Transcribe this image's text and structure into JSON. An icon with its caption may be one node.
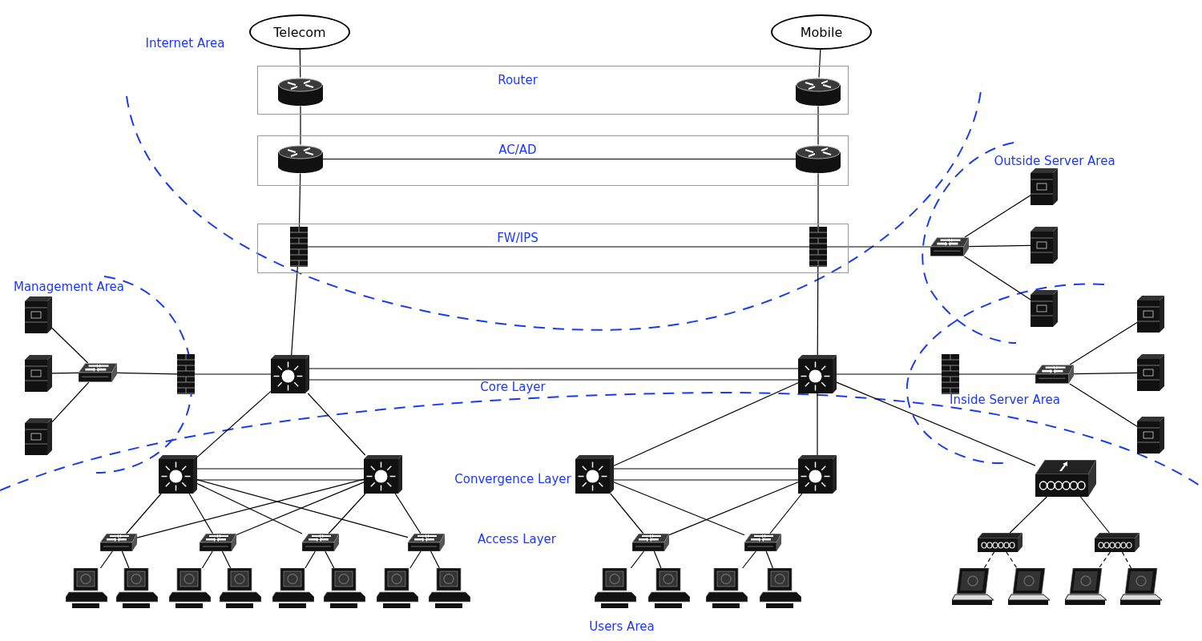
{
  "diagram": {
    "nodes": [
      {
        "text": [
          "Telecom"
        ]
      },
      {
        "text": [
          "Mobile"
        ]
      },
      {
        "text": [
          "Router"
        ]
      },
      {
        "text": [],
        "shape": "picture",
        "in": 2
      },
      {
        "text": [],
        "shape": "picture",
        "in": 2
      },
      {
        "text": [
          "AC/AD"
        ]
      },
      {
        "text": [],
        "shape": "picture",
        "in": 5
      },
      {
        "text": [],
        "shape": "picture",
        "in": 5
      },
      {
        "text": [
          "FW/IPS"
        ]
      },
      {
        "text": [],
        "shape": "picture",
        "in": 8
      },
      {
        "text": [],
        "shape": "picture",
        "in": 8
      },
      {
        "text": [],
        "shape": "picture"
      },
      {
        "text": [],
        "shape": "picture"
      },
      {
        "text": [],
        "shape": "picture"
      },
      {
        "text": [],
        "shape": "picture"
      },
      {
        "text": [],
        "shape": "picture"
      },
      {
        "text": [],
        "shape": "picture"
      },
      {
        "text": [],
        "shape": "picture"
      },
      {
        "text": [],
        "shape": "picture"
      },
      {
        "text": [],
        "shape": "picture"
      },
      {
        "text": [],
        "shape": "picture"
      },
      {
        "text": [],
        "shape": "picture"
      },
      {
        "text": [],
        "shape": "picture"
      },
      {
        "text": [],
        "shape": "picture"
      },
      {
        "text": [],
        "shape": "picture"
      },
      {
        "text": [],
        "shape": "picture"
      },
      {
        "text": [],
        "shape": "picture"
      },
      {
        "text": [],
        "shape": "picture"
      },
      {
        "text": [],
        "shape": "picture"
      },
      {
        "text": [],
        "shape": "picture"
      },
      {
        "text": [],
        "shape": "picture"
      },
      {
        "text": [],
        "shape": "picture"
      },
      {
        "text": [],
        "shape": "picture"
      },
      {
        "text": [],
        "shape": "picture"
      },
      {
        "text": [],
        "shape": "picture"
      },
      {
        "text": [],
        "shape": "picture"
      },
      {
        "text": [],
        "shape": "picture"
      },
      {
        "text": [],
        "shape": "picture"
      },
      {
        "text": [],
        "shape": "picture"
      },
      {
        "text": [],
        "shape": "picture"
      },
      {
        "text": [],
        "shape": "picture"
      },
      {
        "text": [],
        "shape": "picture"
      },
      {
        "text": [],
        "shape": "picture"
      },
      {
        "text": [],
        "shape": "picture"
      },
      {
        "text": [],
        "shape": "picture"
      },
      {
        "text": [],
        "shape": "picture"
      },
      {
        "text": [],
        "shape": "picture"
      },
      {
        "text": [],
        "shape": "picture"
      },
      {
        "text": [],
        "shape": "picture"
      },
      {
        "text": [],
        "shape": "picture"
      },
      {
        "text": [],
        "shape": "picture"
      },
      {
        "text": [],
        "shape": "picture"
      },
      {
        "text": [],
        "shape": "picture"
      },
      {
        "text": [],
        "shape": "picture"
      },
      {
        "text": [],
        "shape": "picture"
      },
      {
        "text": [],
        "shape": "picture"
      }
    ],
    "edges": [
      {
        "from": 0,
        "to": 3,
        "arrow": "none"
      },
      {
        "from": 1,
        "to": 4,
        "arrow": "none"
      },
      {
        "from": 3,
        "to": 6,
        "arrow": "none"
      },
      {
        "from": 4,
        "to": 7,
        "arrow": "none"
      },
      {
        "from": 6,
        "to": 7,
        "arrow": "none"
      },
      {
        "from": 6,
        "to": 9,
        "arrow": "none"
      },
      {
        "from": 7,
        "to": 10,
        "arrow": "none"
      },
      {
        "from": 9,
        "to": 10,
        "arrow": "none"
      },
      {
        "from": 10,
        "to": 11,
        "arrow": "none"
      },
      {
        "from": 11,
        "to": 12,
        "arrow": "none"
      },
      {
        "from": 11,
        "to": 13,
        "arrow": "none"
      },
      {
        "from": 11,
        "to": 14,
        "arrow": "none"
      },
      {
        "from": 9,
        "to": 20,
        "arrow": "none"
      },
      {
        "from": 10,
        "to": 21,
        "arrow": "none"
      },
      {
        "from": 15,
        "to": 18,
        "arrow": "none"
      },
      {
        "from": 16,
        "to": 18,
        "arrow": "none"
      },
      {
        "from": 17,
        "to": 18,
        "arrow": "none"
      },
      {
        "from": 18,
        "to": 19,
        "arrow": "none"
      },
      {
        "from": 19,
        "to": 20,
        "arrow": "none"
      },
      {
        "from": 20,
        "to": 21,
        "arrow": "none"
      },
      {
        "from": 20,
        "to": 21,
        "arrow": "none"
      },
      {
        "from": 21,
        "to": 22,
        "arrow": "none"
      },
      {
        "from": 22,
        "to": 23,
        "arrow": "none"
      },
      {
        "from": 23,
        "to": 24,
        "arrow": "none"
      },
      {
        "from": 23,
        "to": 25,
        "arrow": "none"
      },
      {
        "from": 23,
        "to": 26,
        "arrow": "none"
      },
      {
        "from": 20,
        "to": 27,
        "arrow": "none"
      },
      {
        "from": 20,
        "to": 28,
        "arrow": "none"
      },
      {
        "from": 21,
        "to": 29,
        "arrow": "none"
      },
      {
        "from": 21,
        "to": 30,
        "arrow": "none"
      },
      {
        "from": 21,
        "to": 31,
        "arrow": "none"
      },
      {
        "from": 27,
        "to": 28,
        "arrow": "none"
      },
      {
        "from": 27,
        "to": 28,
        "arrow": "none"
      },
      {
        "from": 29,
        "to": 30,
        "arrow": "none"
      },
      {
        "from": 29,
        "to": 30,
        "arrow": "none"
      },
      {
        "from": 27,
        "to": 32,
        "arrow": "none"
      },
      {
        "from": 27,
        "to": 33,
        "arrow": "none"
      },
      {
        "from": 27,
        "to": 34,
        "arrow": "none"
      },
      {
        "from": 27,
        "to": 35,
        "arrow": "none"
      },
      {
        "from": 28,
        "to": 32,
        "arrow": "none"
      },
      {
        "from": 28,
        "to": 33,
        "arrow": "none"
      },
      {
        "from": 28,
        "to": 34,
        "arrow": "none"
      },
      {
        "from": 28,
        "to": 35,
        "arrow": "none"
      },
      {
        "from": 29,
        "to": 36,
        "arrow": "none"
      },
      {
        "from": 29,
        "to": 37,
        "arrow": "none"
      },
      {
        "from": 30,
        "to": 36,
        "arrow": "none"
      },
      {
        "from": 30,
        "to": 37,
        "arrow": "none"
      },
      {
        "from": 31,
        "to": 38,
        "arrow": "none"
      },
      {
        "from": 31,
        "to": 39,
        "arrow": "none"
      },
      {
        "from": 32,
        "to": 40,
        "arrow": "none"
      },
      {
        "from": 32,
        "to": 41,
        "arrow": "none"
      },
      {
        "from": 33,
        "to": 42,
        "arrow": "none"
      },
      {
        "from": 33,
        "to": 43,
        "arrow": "none"
      },
      {
        "from": 34,
        "to": 44,
        "arrow": "none"
      },
      {
        "from": 34,
        "to": 45,
        "arrow": "none"
      },
      {
        "from": 35,
        "to": 46,
        "arrow": "none"
      },
      {
        "from": 35,
        "to": 47,
        "arrow": "none"
      },
      {
        "from": 36,
        "to": 48,
        "arrow": "none"
      },
      {
        "from": 36,
        "to": 49,
        "arrow": "none"
      },
      {
        "from": 37,
        "to": 50,
        "arrow": "none"
      },
      {
        "from": 37,
        "to": 51,
        "arrow": "none"
      },
      {
        "from": 38,
        "to": 52,
        "arrow": "none",
        "style": "dashed"
      },
      {
        "from": 38,
        "to": 53,
        "arrow": "none",
        "style": "dashed"
      },
      {
        "from": 39,
        "to": 54,
        "arrow": "none",
        "style": "dashed"
      },
      {
        "from": 39,
        "to": 55,
        "arrow": "none",
        "style": "dashed"
      }
    ],
    "labels": [
      "Internet Area",
      "Outside Server Area",
      "Management Area",
      "Core Layer",
      "Inside Server Area",
      "Convergence Layer",
      "Access Layer",
      "Users Area"
    ]
  }
}
